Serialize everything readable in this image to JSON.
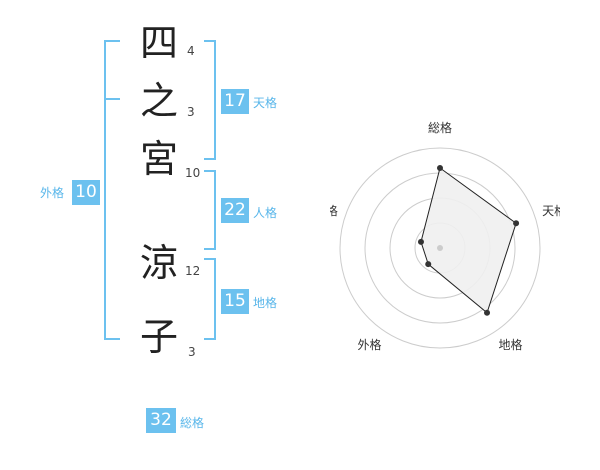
{
  "name_characters": [
    {
      "char": "四",
      "strokes": "4"
    },
    {
      "char": "之",
      "strokes": "3"
    },
    {
      "char": "宮",
      "strokes": "10"
    },
    {
      "char": "涼",
      "strokes": "12"
    },
    {
      "char": "子",
      "strokes": "3"
    }
  ],
  "fortunes": {
    "tenkaku": {
      "value": "17",
      "label": "天格"
    },
    "jinkaku": {
      "value": "22",
      "label": "人格"
    },
    "chikaku": {
      "value": "15",
      "label": "地格"
    },
    "gaikaku": {
      "value": "10",
      "label": "外格"
    },
    "soukaku": {
      "value": "32",
      "label": "総格"
    }
  },
  "chart_data": {
    "type": "radar",
    "axes": [
      "総格",
      "天格",
      "地格",
      "外格",
      "人格"
    ],
    "values": [
      4,
      4,
      4,
      1,
      1
    ],
    "max": 5,
    "rings": 4,
    "colors": {
      "fill": "#efefef",
      "line": "#222222",
      "ring": "#cccccc",
      "point": "#333333",
      "center": "#cccccc"
    }
  }
}
